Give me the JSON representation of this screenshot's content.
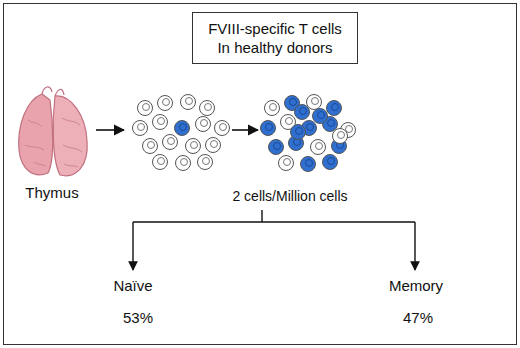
{
  "diagram": {
    "nodes": [
      {
        "text": [
          "FVIII-specific T cells In healthy donors"
        ]
      }
    ],
    "labels": [
      "Thymus",
      "2 cells/Million cells",
      "Naïve",
      "53%",
      "Memory",
      "47%"
    ]
  }
}
